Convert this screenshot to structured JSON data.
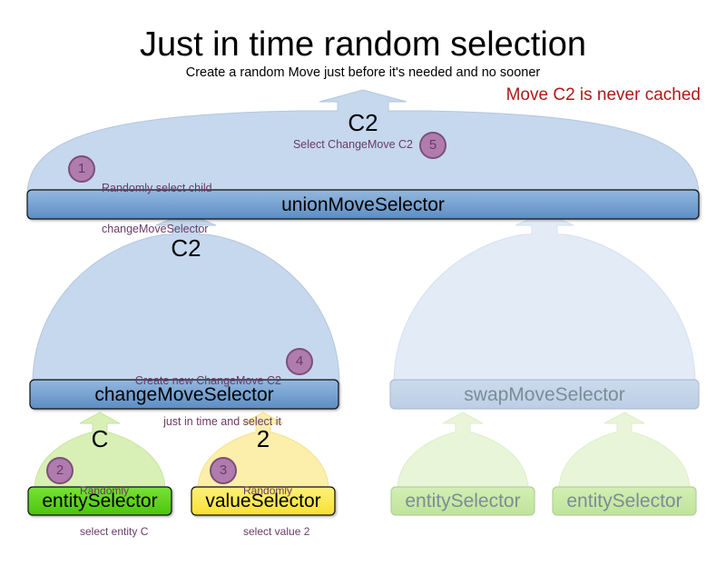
{
  "header": {
    "title": "Just in time random selection",
    "subtitle": "Create a random Move just before it's needed and no sooner",
    "annotation": "Move C2 is never cached",
    "annotation_color": "#b01818"
  },
  "colors": {
    "funnel_blue": "#c6d8ee",
    "funnel_blue_stroke": "#a8bed8",
    "funnel_blue_faded": "#e2eaf6",
    "bar_blue_top": "#8fb4dc",
    "bar_blue_bottom": "#5f8fc4",
    "bar_blue_faded": "#c2d2e8",
    "funnel_green": "#d8efb6",
    "funnel_green_faded": "#eaf6da",
    "funnel_yellow": "#fcefab",
    "box_green": "#63d820",
    "box_green_faded": "#c4e8a2",
    "box_yellow": "#fbe95c",
    "badge_fill": "#b07cae",
    "badge_stroke": "#7c4f7a",
    "note_text": "#6b3a68",
    "dim_text": "#7d8c98"
  },
  "nodes": {
    "union": {
      "label": "unionMoveSelector",
      "tag": "C2"
    },
    "change": {
      "label": "changeMoveSelector",
      "tag": "C2"
    },
    "swap": {
      "label": "swapMoveSelector"
    },
    "entity_c": {
      "label": "entitySelector",
      "tag": "C"
    },
    "value_2": {
      "label": "valueSelector",
      "tag": "2"
    },
    "swap_entity_a": {
      "label": "entitySelector"
    },
    "swap_entity_b": {
      "label": "entitySelector"
    }
  },
  "steps": [
    {
      "number": "1",
      "line1": "Randomly select child",
      "line2": "changeMoveSelector"
    },
    {
      "number": "2",
      "line1": "Randomly",
      "line2": "select entity C"
    },
    {
      "number": "3",
      "line1": "Randomly",
      "line2": "select value 2"
    },
    {
      "number": "4",
      "line1": "Create new ChangeMove C2",
      "line2": "just in time and select it"
    },
    {
      "number": "5",
      "line1": "Select ChangeMove C2",
      "line2": ""
    }
  ]
}
